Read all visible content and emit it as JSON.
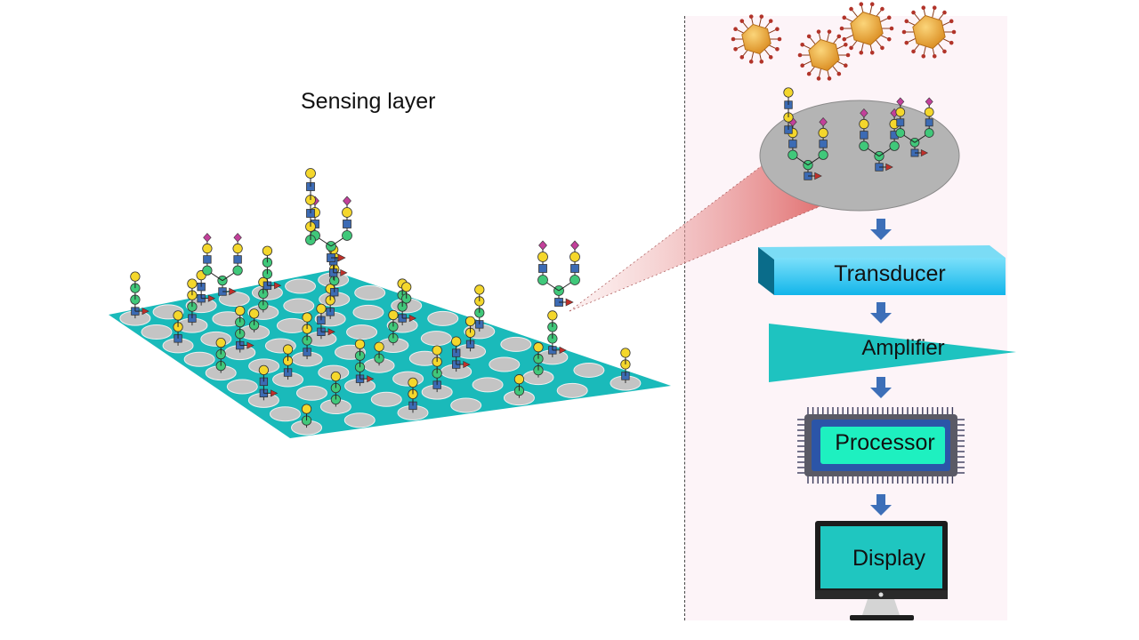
{
  "diagram": {
    "sensing_layer_label": "Sensing layer",
    "stages": [
      {
        "label": "Transducer"
      },
      {
        "label": "Amplifier"
      },
      {
        "label": "Processor"
      },
      {
        "label": "Display"
      }
    ]
  },
  "colors": {
    "surface": "#1ababa",
    "well": "#c4c4c4",
    "glucnac_square": "#3c6bb4",
    "galactose_circle": "#f4d72c",
    "mannose_circle": "#40c87a",
    "sialic_diamond": "#c2409a",
    "fucose_triangle": "#c0302a",
    "flow_arrow": "#3d6fb8",
    "transducer": "#1ec3f0",
    "amplifier": "#1ec3c0",
    "processor_screen": "#1ef0c0",
    "display_screen": "#1fc6c0",
    "virus": "#e8a53a"
  }
}
